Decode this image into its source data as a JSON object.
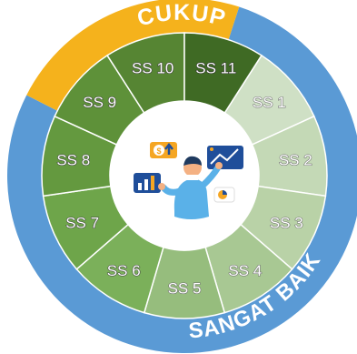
{
  "outer_ring": {
    "top": {
      "label": "CUKUP",
      "color": "#f5b21c"
    },
    "bottom": {
      "label": "SANGAT BAIK",
      "color": "#5a9ad5"
    }
  },
  "segments": [
    {
      "label": "SS 1",
      "color": "#cfe0c5",
      "text_fill": "#ffffff",
      "text_stroke": "#6b6b6b"
    },
    {
      "label": "SS 2",
      "color": "#c4d9b6",
      "text_fill": "#ffffff",
      "text_stroke": "#6b6b6b"
    },
    {
      "label": "SS 3",
      "color": "#b9d2a7",
      "text_fill": "#ffffff",
      "text_stroke": "#6b6b6b"
    },
    {
      "label": "SS 4",
      "color": "#a8c893",
      "text_fill": "#ffffff",
      "text_stroke": "#6b6b6b"
    },
    {
      "label": "SS 5",
      "color": "#96bd7d",
      "text_fill": "#ffffff",
      "text_stroke": "#6b6b6b"
    },
    {
      "label": "SS 6",
      "color": "#7bb05a",
      "text_fill": "#ffffff",
      "text_stroke": "#3e3e3e"
    },
    {
      "label": "SS 7",
      "color": "#6ea54a",
      "text_fill": "#ffffff",
      "text_stroke": "#3e3e3e"
    },
    {
      "label": "SS 8",
      "color": "#64993f",
      "text_fill": "#ffffff",
      "text_stroke": "#3e3e3e"
    },
    {
      "label": "SS 9",
      "color": "#5e9139",
      "text_fill": "#ffffff",
      "text_stroke": "#3e3e3e"
    },
    {
      "label": "SS 10",
      "color": "#568533",
      "text_fill": "#ffffff",
      "text_stroke": "#3e3e3e"
    },
    {
      "label": "SS 11",
      "color": "#3f6a24",
      "text_fill": "#ffffff",
      "text_stroke": "#2a2a2a"
    }
  ],
  "center": {
    "illustration": "person-analyzing-charts-icon",
    "colors": {
      "skin": "#f4b183",
      "hair": "#1f3a5f",
      "shirt": "#5ab1e8",
      "accent": "#f5a623",
      "panel": "#1f4e9a"
    }
  }
}
